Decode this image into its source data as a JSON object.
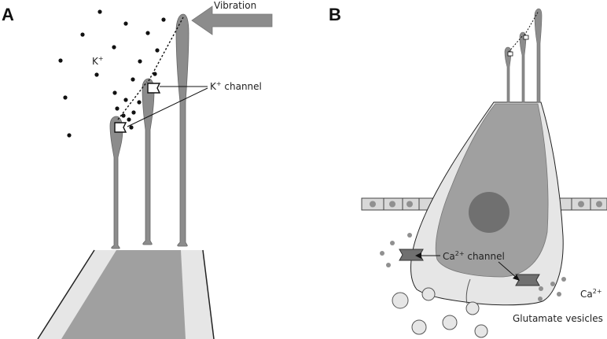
{
  "panel_a": {
    "label": "A",
    "vibration_label": "Vibration",
    "ion_label_base": "K",
    "ion_label_sup": "+",
    "channel_label_base": "K",
    "channel_label_sup": "+",
    "channel_label_rest": " channel"
  },
  "panel_b": {
    "label": "B",
    "ca_channel_base": "Ca",
    "ca_channel_sup": "2+",
    "ca_channel_rest": " channel",
    "ca_ion_base": "Ca",
    "ca_ion_sup": "2+",
    "vesicles_label": "Glutamate vesicles"
  },
  "colors": {
    "cell_dark": "#a0a0a0",
    "cell_light": "#e6e6e6",
    "nucleus": "#707070",
    "stereocilia": "#8c8c8c",
    "outline": "#222222",
    "ion_k": "#111111",
    "ion_ca": "#909090"
  }
}
